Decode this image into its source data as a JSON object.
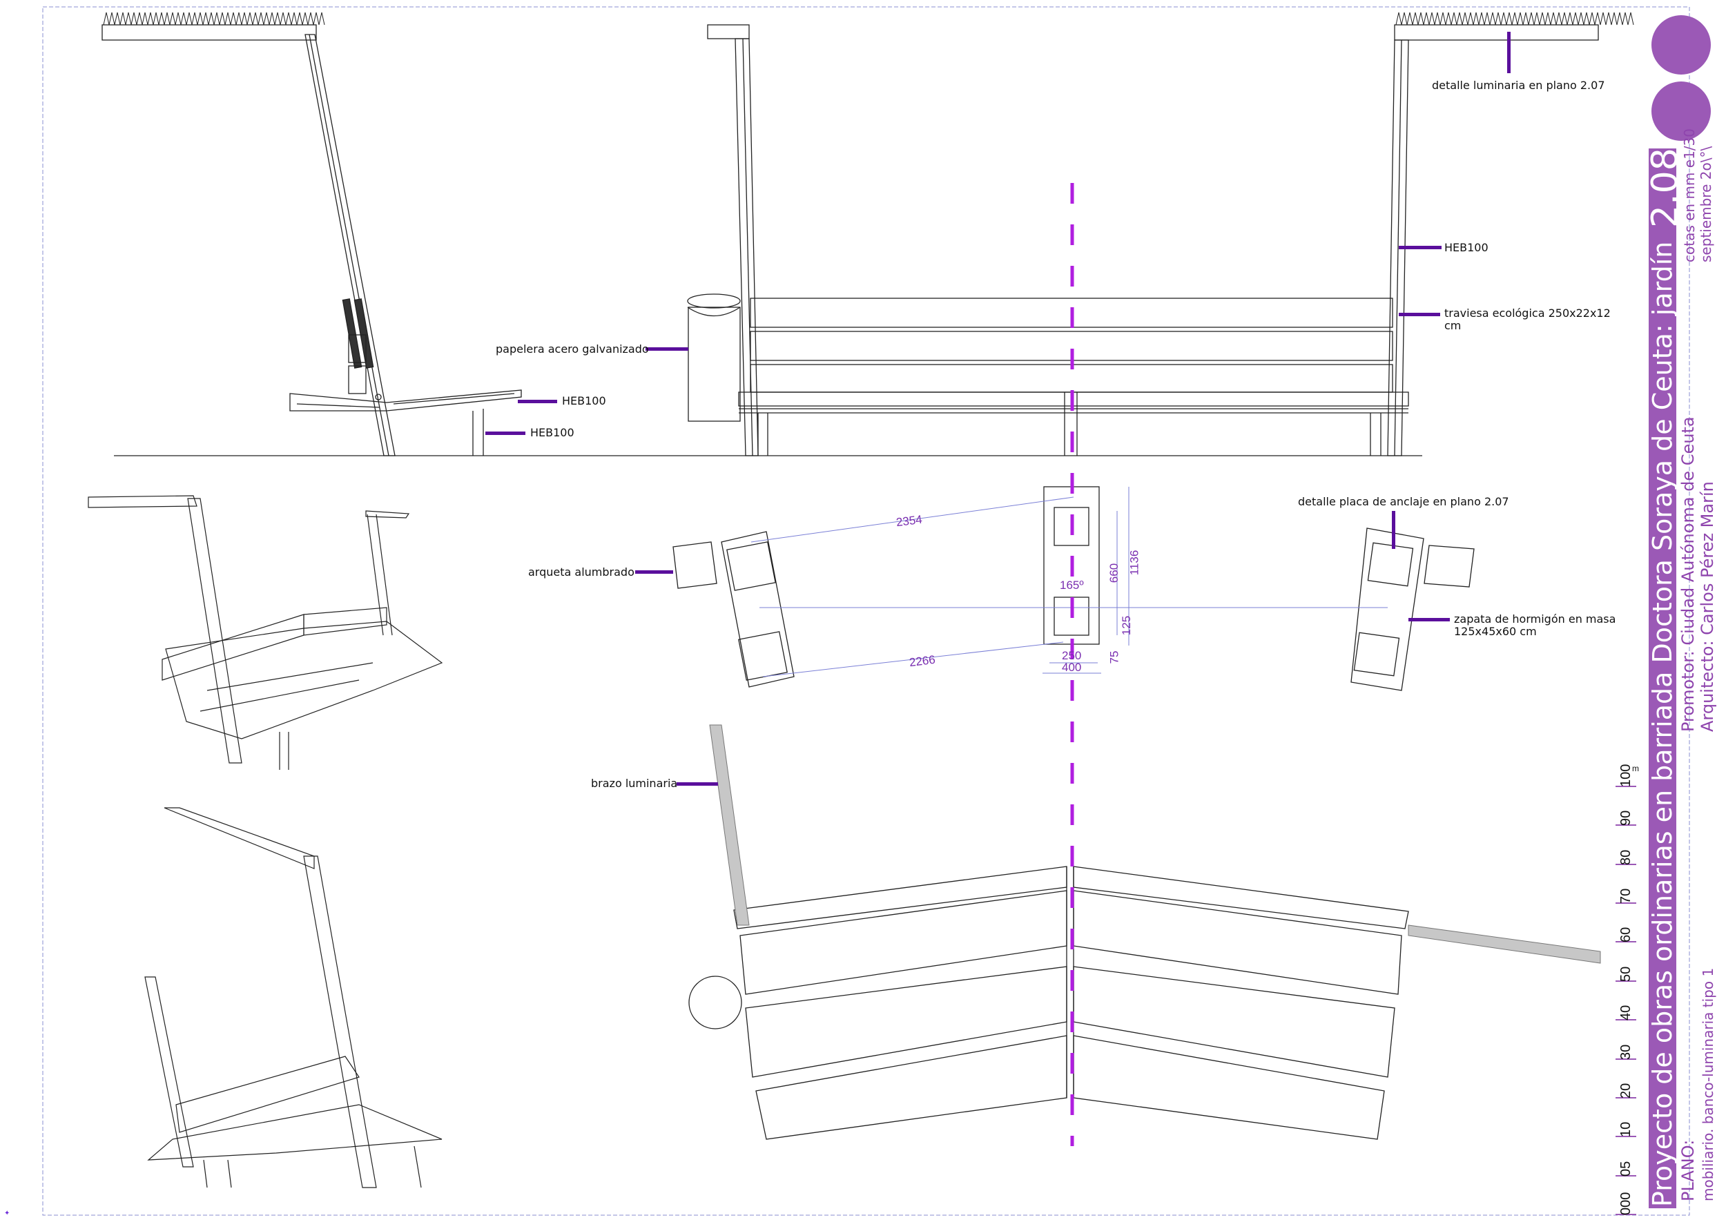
{
  "project": {
    "title": "Proyecto de obras ordinarias en barriada Doctora Soraya de Ceuta: jardín",
    "sheet_number": "2.08",
    "plan_label": "PLANO:",
    "plan_name": "mobiliario. banco-luminaria tipo 1",
    "promotor": "Promotor:   Ciudad Autónoma de Ceuta",
    "arquitecto": "Arquitecto: Carlos Pérez Marín",
    "units": "cotas en mm   e1/30",
    "date": "septiembre 2o\\°\\"
  },
  "annotations": {
    "luminaria_detail": "detalle luminaria en plano 2.07",
    "heb_right": "HEB100",
    "traviesa": "traviesa ecológica 250x22x12 cm",
    "papelera": "papelera acero galvanizado",
    "heb_seat": "HEB100",
    "heb_leg": "HEB100",
    "anclaje": "detalle placa de anclaje en plano 2.07",
    "arqueta": "arqueta alumbrado",
    "zapata": "zapata de hormigón en masa 125x45x60 cm",
    "brazo": "brazo luminaria"
  },
  "dimensions": {
    "d2354": "2354",
    "d2266": "2266",
    "angle": "165º",
    "d660": "660",
    "d1136": "1136",
    "d125": "125",
    "d75": "75",
    "d250": "250",
    "d400": "400"
  },
  "scale": {
    "labels": [
      "000",
      "05",
      "10",
      "20",
      "30",
      "40",
      "50",
      "60",
      "70",
      "80",
      "90",
      "100"
    ],
    "unit": "m"
  },
  "colors": {
    "accent": "#9b59b6",
    "leader": "#5a0f9c",
    "axis": "#b01ee0",
    "dimension": "#7a2fb0"
  }
}
